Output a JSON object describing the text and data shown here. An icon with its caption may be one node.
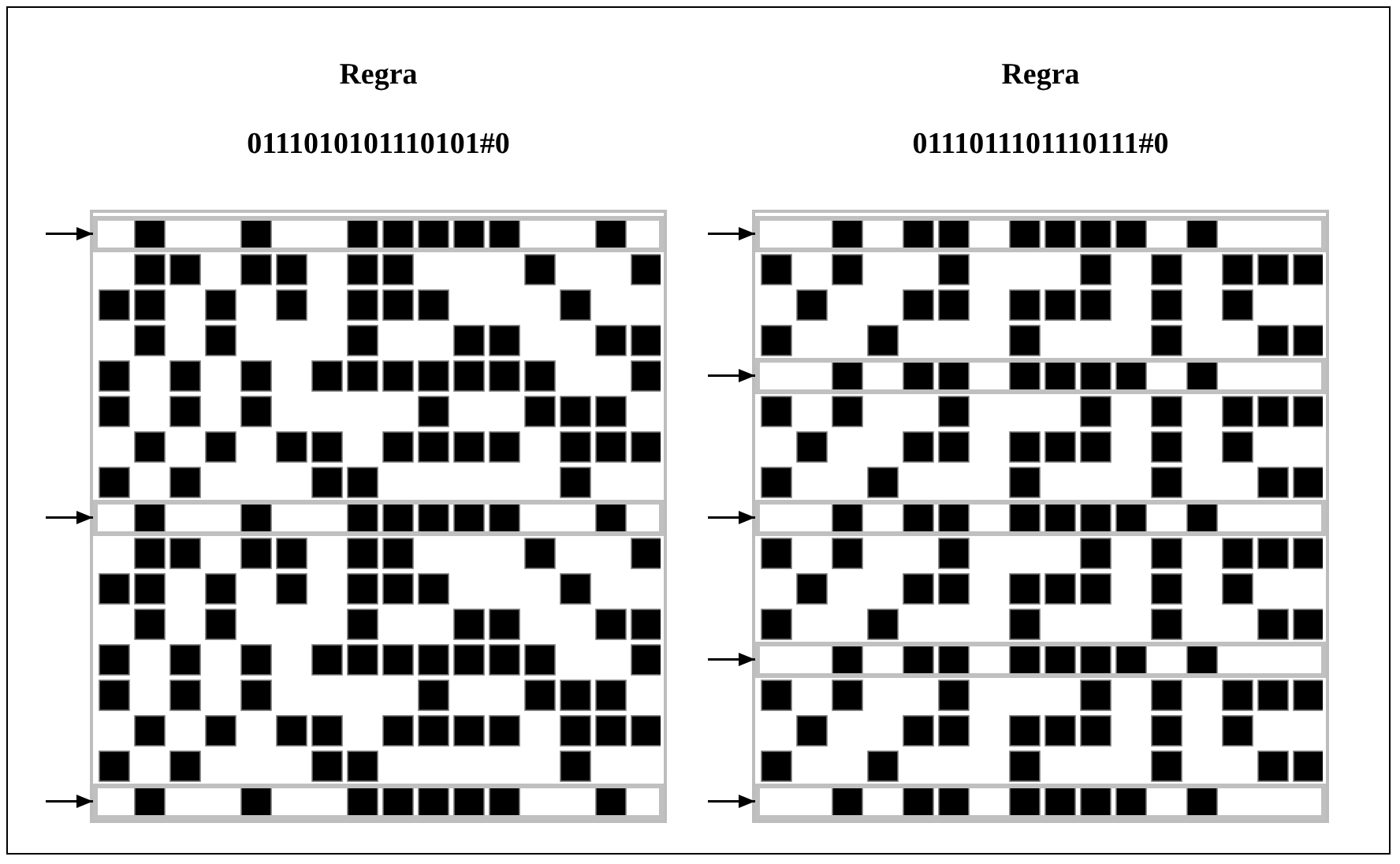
{
  "diagram": {
    "nodes": [
      {
        "text": [
          "Regra",
          "0111010101110101#0"
        ]
      },
      {
        "text": [],
        "shape": "bar",
        "in": 0
      },
      {
        "text": [],
        "shape": "bar",
        "in": 0
      },
      {
        "text": [],
        "shape": "bar",
        "in": 0
      },
      {
        "text": [
          "Regra",
          "0111011101110111#0"
        ]
      },
      {
        "text": [],
        "shape": "bar",
        "in": 4
      },
      {
        "text": [],
        "shape": "bar",
        "in": 4
      },
      {
        "text": [],
        "shape": "bar",
        "in": 4
      },
      {
        "text": [],
        "shape": "bar",
        "in": 4
      },
      {
        "text": [],
        "shape": "bar",
        "in": 4
      }
    ],
    "edges": [
      {
        "from": null,
        "to": 1,
        "arrow": "to"
      },
      {
        "from": null,
        "to": 2,
        "arrow": "to"
      },
      {
        "from": null,
        "to": 3,
        "arrow": "to"
      },
      {
        "from": null,
        "to": 5,
        "arrow": "to"
      },
      {
        "from": null,
        "to": 6,
        "arrow": "to"
      },
      {
        "from": null,
        "to": 7,
        "arrow": "to"
      },
      {
        "from": null,
        "to": 8,
        "arrow": "to"
      },
      {
        "from": null,
        "to": 9,
        "arrow": "to"
      }
    ]
  }
}
